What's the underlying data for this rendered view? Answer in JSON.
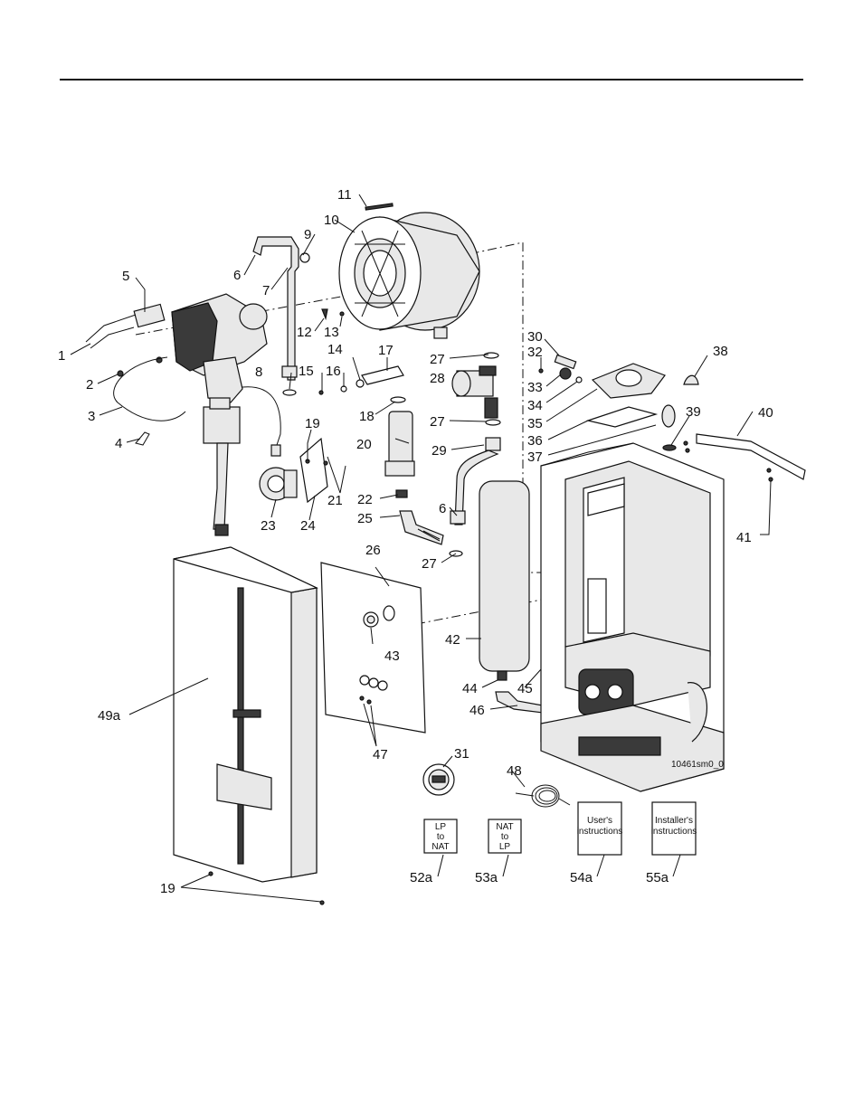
{
  "callouts": {
    "c1": "1",
    "c2": "2",
    "c3": "3",
    "c4": "4",
    "c5": "5",
    "c6a": "6",
    "c6b": "6",
    "c7": "7",
    "c8": "8",
    "c9": "9",
    "c10": "10",
    "c11": "11",
    "c12": "12",
    "c13": "13",
    "c14": "14",
    "c15": "15",
    "c16": "16",
    "c17": "17",
    "c18": "18",
    "c19a": "19",
    "c19b": "19",
    "c20": "20",
    "c21": "21",
    "c22": "22",
    "c23": "23",
    "c24": "24",
    "c25": "25",
    "c26": "26",
    "c27a": "27",
    "c27b": "27",
    "c27c": "27",
    "c28": "28",
    "c29": "29",
    "c30": "30",
    "c31": "31",
    "c32": "32",
    "c33": "33",
    "c34": "34",
    "c35": "35",
    "c36": "36",
    "c37": "37",
    "c38": "38",
    "c39": "39",
    "c40": "40",
    "c41": "41",
    "c42": "42",
    "c43": "43",
    "c44": "44",
    "c45": "45",
    "c46": "46",
    "c47": "47",
    "c48": "48",
    "c49a": "49a",
    "c52a": "52a",
    "c53a": "53a",
    "c54a": "54a",
    "c55a": "55a"
  },
  "documents": {
    "lp_to_nat": [
      "LP",
      "to",
      "NAT"
    ],
    "nat_to_lp": [
      "NAT",
      "to",
      "LP"
    ],
    "users_instructions": [
      "User's",
      "instructions"
    ],
    "installers_instructions": [
      "Installer's",
      "instructions"
    ]
  },
  "drawing_code": "10461sm0_0"
}
